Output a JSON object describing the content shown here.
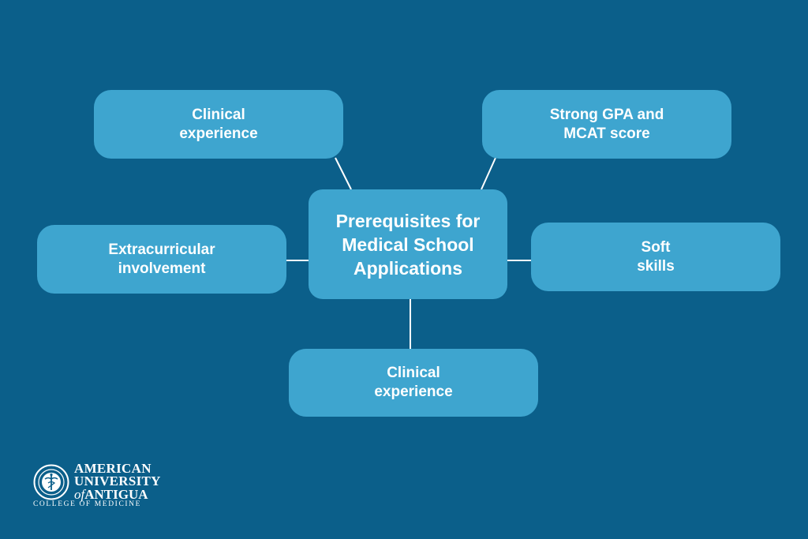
{
  "center": {
    "line1": "Prerequisites for",
    "line2": "Medical School",
    "line3": "Applications"
  },
  "nodes": {
    "top_left": {
      "line1": "Clinical",
      "line2": "experience"
    },
    "top_right": {
      "line1": "Strong GPA and",
      "line2": "MCAT score"
    },
    "mid_left": {
      "line1": "Extracurricular",
      "line2": "involvement"
    },
    "mid_right": {
      "line1": "Soft",
      "line2": "skills"
    },
    "bottom": {
      "line1": "Clinical",
      "line2": "experience"
    }
  },
  "logo": {
    "line1": "AMERICAN",
    "line2": "UNIVERSITY",
    "line3_of": "of",
    "line3": "ANTIGUA",
    "subtitle": "COLLEGE OF MEDICINE"
  },
  "colors": {
    "background": "#0b5f8a",
    "box": "#3ea5cf",
    "text": "#ffffff"
  }
}
